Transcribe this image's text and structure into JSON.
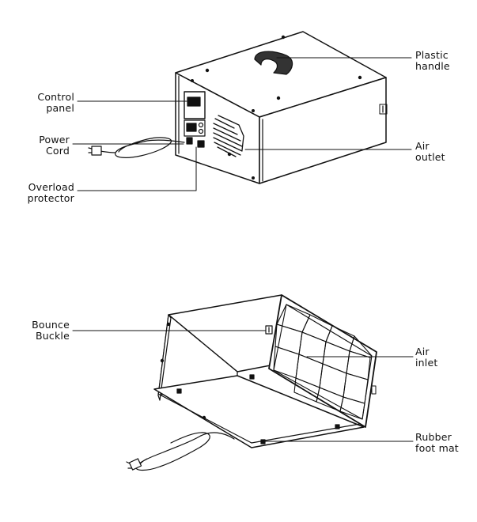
{
  "labels": {
    "control_panel": [
      "Control",
      "panel"
    ],
    "power_cord": [
      "Power",
      "Cord"
    ],
    "overload_protector": [
      "Overload",
      "protector"
    ],
    "plastic_handle": [
      "Plastic",
      "handle"
    ],
    "air_outlet": [
      "Air",
      "outlet"
    ],
    "bounce_buckle": [
      "Bounce",
      "Buckle"
    ],
    "air_inlet": [
      "Air",
      "inlet"
    ],
    "rubber_foot_mat": [
      "Rubber",
      "foot mat"
    ]
  }
}
